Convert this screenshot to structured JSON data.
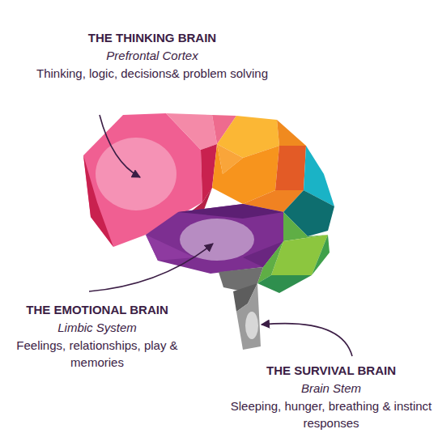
{
  "diagram": {
    "labels": [
      "THE THINKING BRAIN",
      "Prefrontal Cortex",
      "Thinking, logic, decisions& problem solving",
      "THE EMOTIONAL BRAIN",
      "Limbic System",
      "Feelings, relationships, play & memories",
      "THE SURVIVAL BRAIN",
      "Brain Stem",
      "Sleeping, hunger, breathing & instinct responses"
    ]
  }
}
